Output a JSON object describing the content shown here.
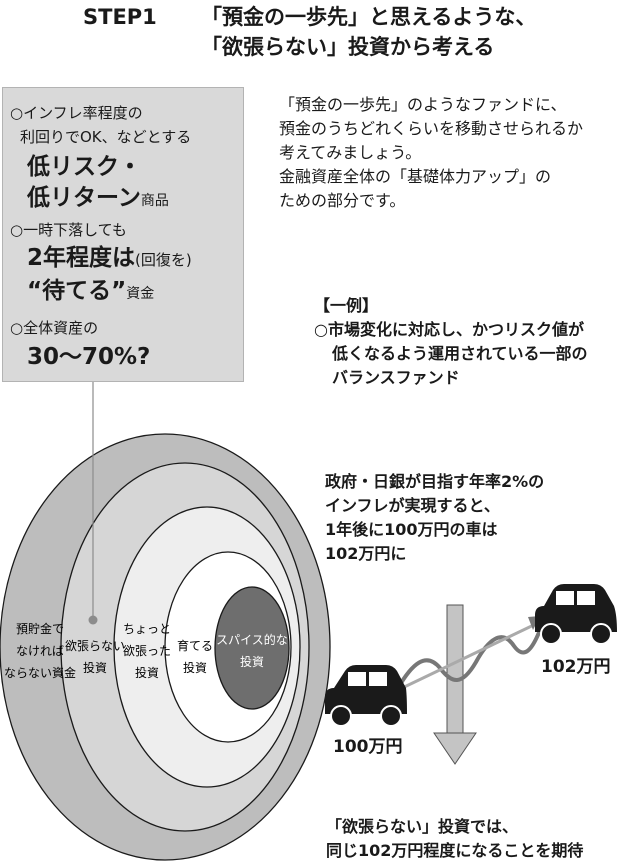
{
  "header": {
    "step_label": "STEP1",
    "title_line1": "「預金の一歩先」と思えるような、",
    "title_line2": "「欲張らない」投資から考える"
  },
  "callout": {
    "bullet1_line1": "○インフレ率程度の",
    "bullet1_line2": "利回りでOK、などとする",
    "bullet1_big1": "低リスク・",
    "bullet1_big2": "低リターン",
    "bullet1_suffix": "商品",
    "bullet2_line1": "○一時下落しても",
    "bullet2_big": "2年程度は",
    "bullet2_paren": "(回復を)",
    "bullet2_big2": "“待てる”",
    "bullet2_suffix": "資金",
    "bullet3_line1": "○全体資産の",
    "bullet3_big": "30～70%?"
  },
  "intro": {
    "line1": "「預金の一歩先」のようなファンドに、",
    "line2": "預金のうちどれくらいを移動させられるか",
    "line3": "考えてみましょう。",
    "line4": "金融資産全体の「基礎体力アップ」の",
    "line5": "ための部分です。"
  },
  "example": {
    "heading": "【一例】",
    "line1": "○市場変化に対応し、かつリスク値が",
    "line2": "低くなるよう運用されている一部の",
    "line3": "バランスファンド"
  },
  "inflation": {
    "line1": "政府・日銀が目指す年率2%の",
    "line2": "インフレが実現すると、",
    "line3": "1年後に100万円の車は",
    "line4": "102万円に"
  },
  "cars": {
    "before_price": "100万円",
    "after_price": "102万円"
  },
  "conclusion": {
    "line1": "「欲張らない」投資では、",
    "line2": "同じ102万円程度になることを期待"
  },
  "rings": {
    "ring1": [
      "預貯金で",
      "なければ",
      "ならない資金"
    ],
    "ring2": [
      "欲張らない",
      "投資"
    ],
    "ring3": [
      "ちょっと",
      "欲張った",
      "投資"
    ],
    "ring4": [
      "育てる",
      "投資"
    ],
    "ring5": [
      "スパイス的な",
      "投資"
    ]
  },
  "colors": {
    "ring_outer": "#bdbdbd",
    "ring_second": "#d6d6d6",
    "ring_third": "#eeeeee",
    "ring_fourth": "#ffffff",
    "ring_core": "#6e6e6e",
    "callout_bg": "#d9d9d9",
    "car": "#1a1a1a",
    "arrow": "#c4c4c4"
  }
}
